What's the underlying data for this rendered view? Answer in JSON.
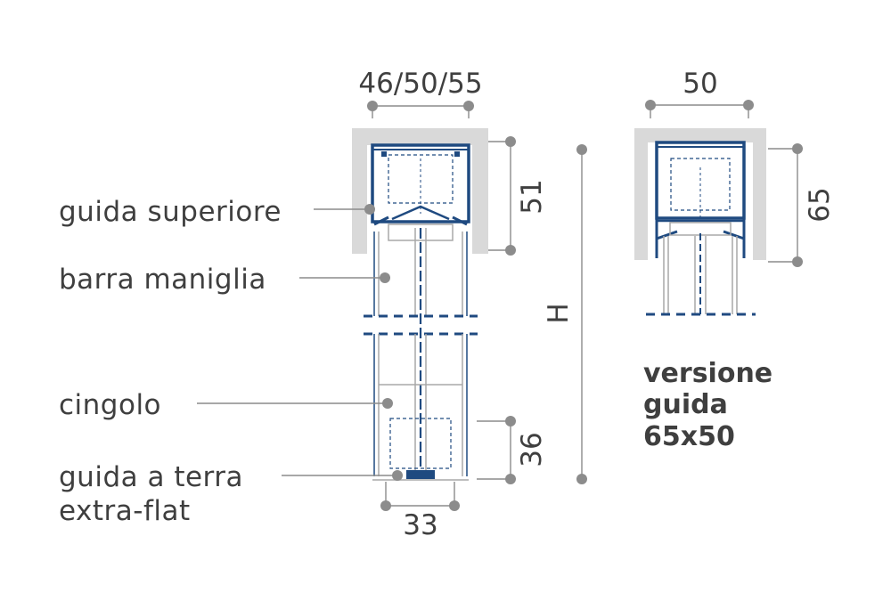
{
  "colors": {
    "profile": "#1f4a80",
    "housing": "#d9d9d9",
    "leader": "#8c8c8c",
    "text": "#3f3f3f"
  },
  "labels": {
    "guida_superiore": "guida superiore",
    "barra_maniglia": "barra maniglia",
    "cingolo": "cingolo",
    "guida_a_terra_1": "guida a terra",
    "guida_a_terra_2": "extra-flat"
  },
  "dimensions": {
    "top_width_left": "46/50/55",
    "height_top_left": "51",
    "height_total": "H",
    "height_bottom": "36",
    "bottom_width": "33",
    "top_width_right": "50",
    "height_top_right": "65"
  },
  "version": {
    "line1": "versione",
    "line2": "guida",
    "line3": "65x50"
  }
}
